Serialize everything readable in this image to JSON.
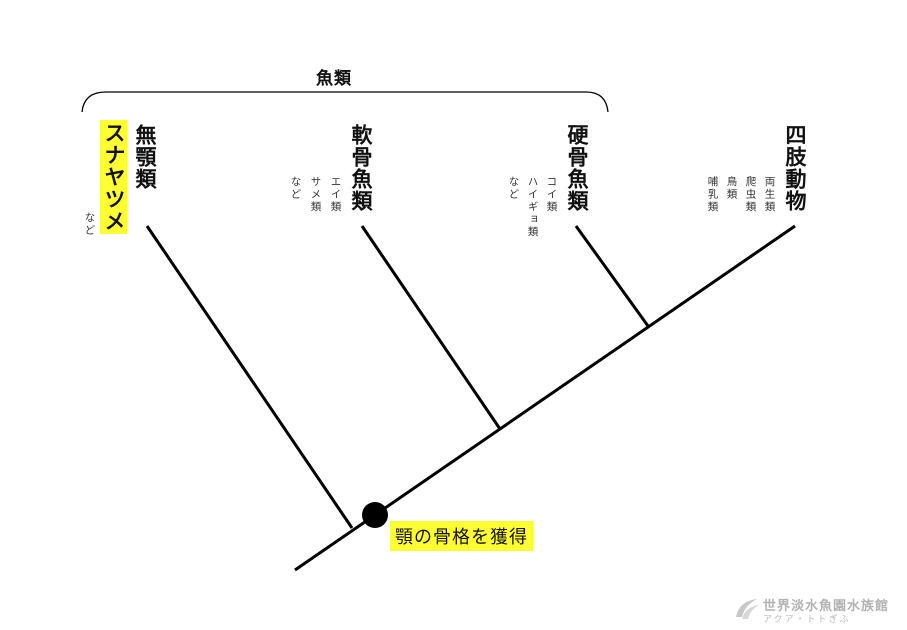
{
  "group": {
    "label": "魚類"
  },
  "taxa": {
    "jawless": {
      "title": "無顎類",
      "example": "スナヤツメ",
      "note": "など"
    },
    "cartilaginous": {
      "title": "軟骨魚類",
      "examples": [
        "エイ類",
        "サメ類"
      ],
      "note": "など"
    },
    "bony": {
      "title": "硬骨魚類",
      "examples": [
        "コイ類",
        "ハイギョ類"
      ],
      "note": "など"
    },
    "tetrapods": {
      "title": "四肢動物",
      "examples": [
        "両生類",
        "爬虫類",
        "鳥類",
        "哺乳類"
      ]
    }
  },
  "jaw_event": {
    "label": "顎の骨格を獲得"
  },
  "logo": {
    "name": "世界淡水魚園水族館",
    "sub": "アクア・トトぎふ"
  },
  "colors": {
    "highlight": "#ffff33",
    "line": "#000000",
    "logo": "#b8b8b8"
  }
}
